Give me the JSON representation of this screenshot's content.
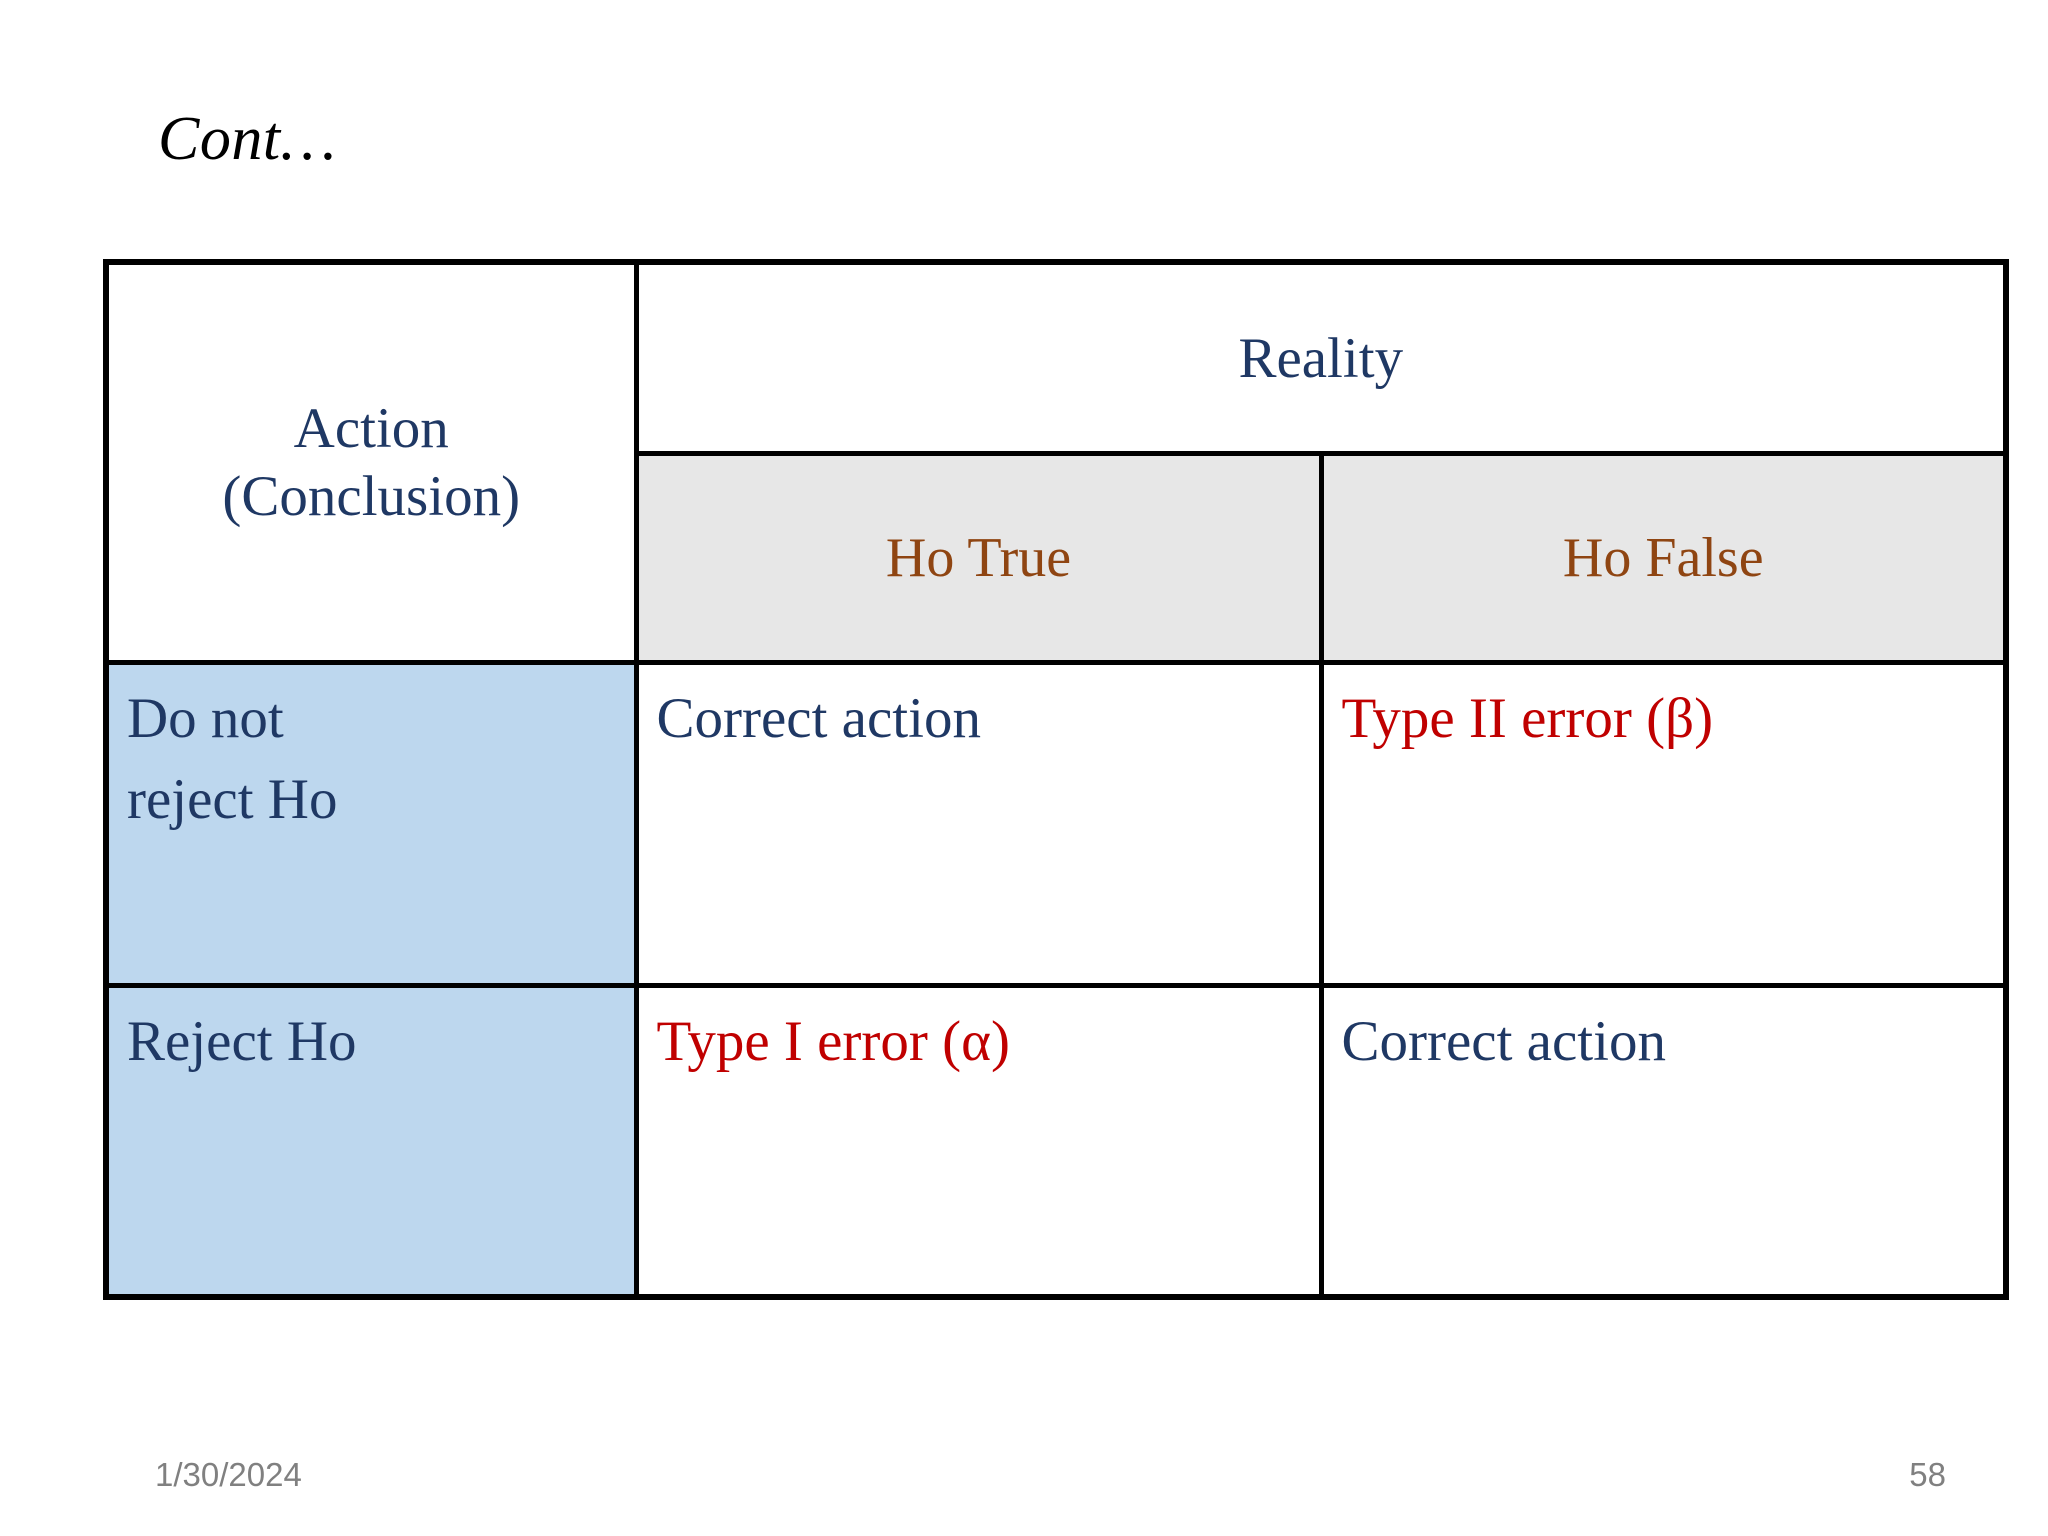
{
  "slide": {
    "title": "Cont…",
    "colors": {
      "navy": "#1F3864",
      "sienna": "#8F4512",
      "red": "#C00000",
      "light_blue_fill": "#BDD7EE",
      "gray_fill": "#E7E7E7",
      "border": "#000000",
      "footer_gray": "#808080"
    }
  },
  "table": {
    "corner_header": {
      "line1": "Action",
      "line2": "(Conclusion)"
    },
    "group_header": "Reality",
    "column_headers": [
      "Ho True",
      "Ho False"
    ],
    "rows": [
      {
        "label": "Do not\nreject Ho",
        "cells": [
          {
            "text": "Correct action",
            "kind": "correct"
          },
          {
            "text": "Type II error (β)",
            "kind": "error"
          }
        ]
      },
      {
        "label": "Reject Ho",
        "cells": [
          {
            "text": "Type I error (α)",
            "kind": "error"
          },
          {
            "text": "Correct action",
            "kind": "correct"
          }
        ]
      }
    ]
  },
  "footer": {
    "date": "1/30/2024",
    "page_number": "58"
  }
}
